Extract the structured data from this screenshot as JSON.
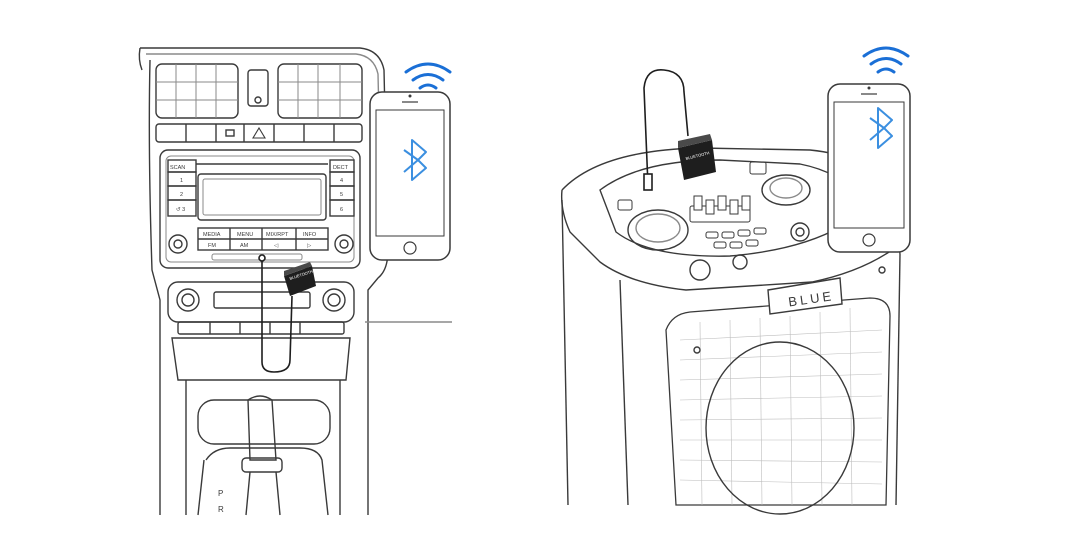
{
  "car_scene": {
    "radio": {
      "left_buttons": [
        "SCAN",
        "1",
        "2",
        "↺ 3"
      ],
      "right_buttons": [
        "DECT",
        "4",
        "5",
        "6"
      ],
      "bottom_row_1": [
        "MEDIA",
        "MENU",
        "MIX/RPT",
        "INFO"
      ],
      "bottom_row_2": [
        "FM",
        "AM",
        "◁",
        "▷"
      ]
    },
    "gear_labels": [
      "P",
      "R"
    ]
  },
  "speaker_scene": {
    "front_label": "BLUE"
  },
  "colors": {
    "line": "#3a3a3a",
    "light_line": "#8a8a8a",
    "wifi_blue": "#1a6fd6",
    "bluetooth_blue": "#3b8fe0",
    "adapter": "#1e1e1e"
  },
  "icons": [
    "wifi-icon",
    "bluetooth-icon",
    "bluetooth-adapter-icon",
    "smartphone-icon"
  ]
}
